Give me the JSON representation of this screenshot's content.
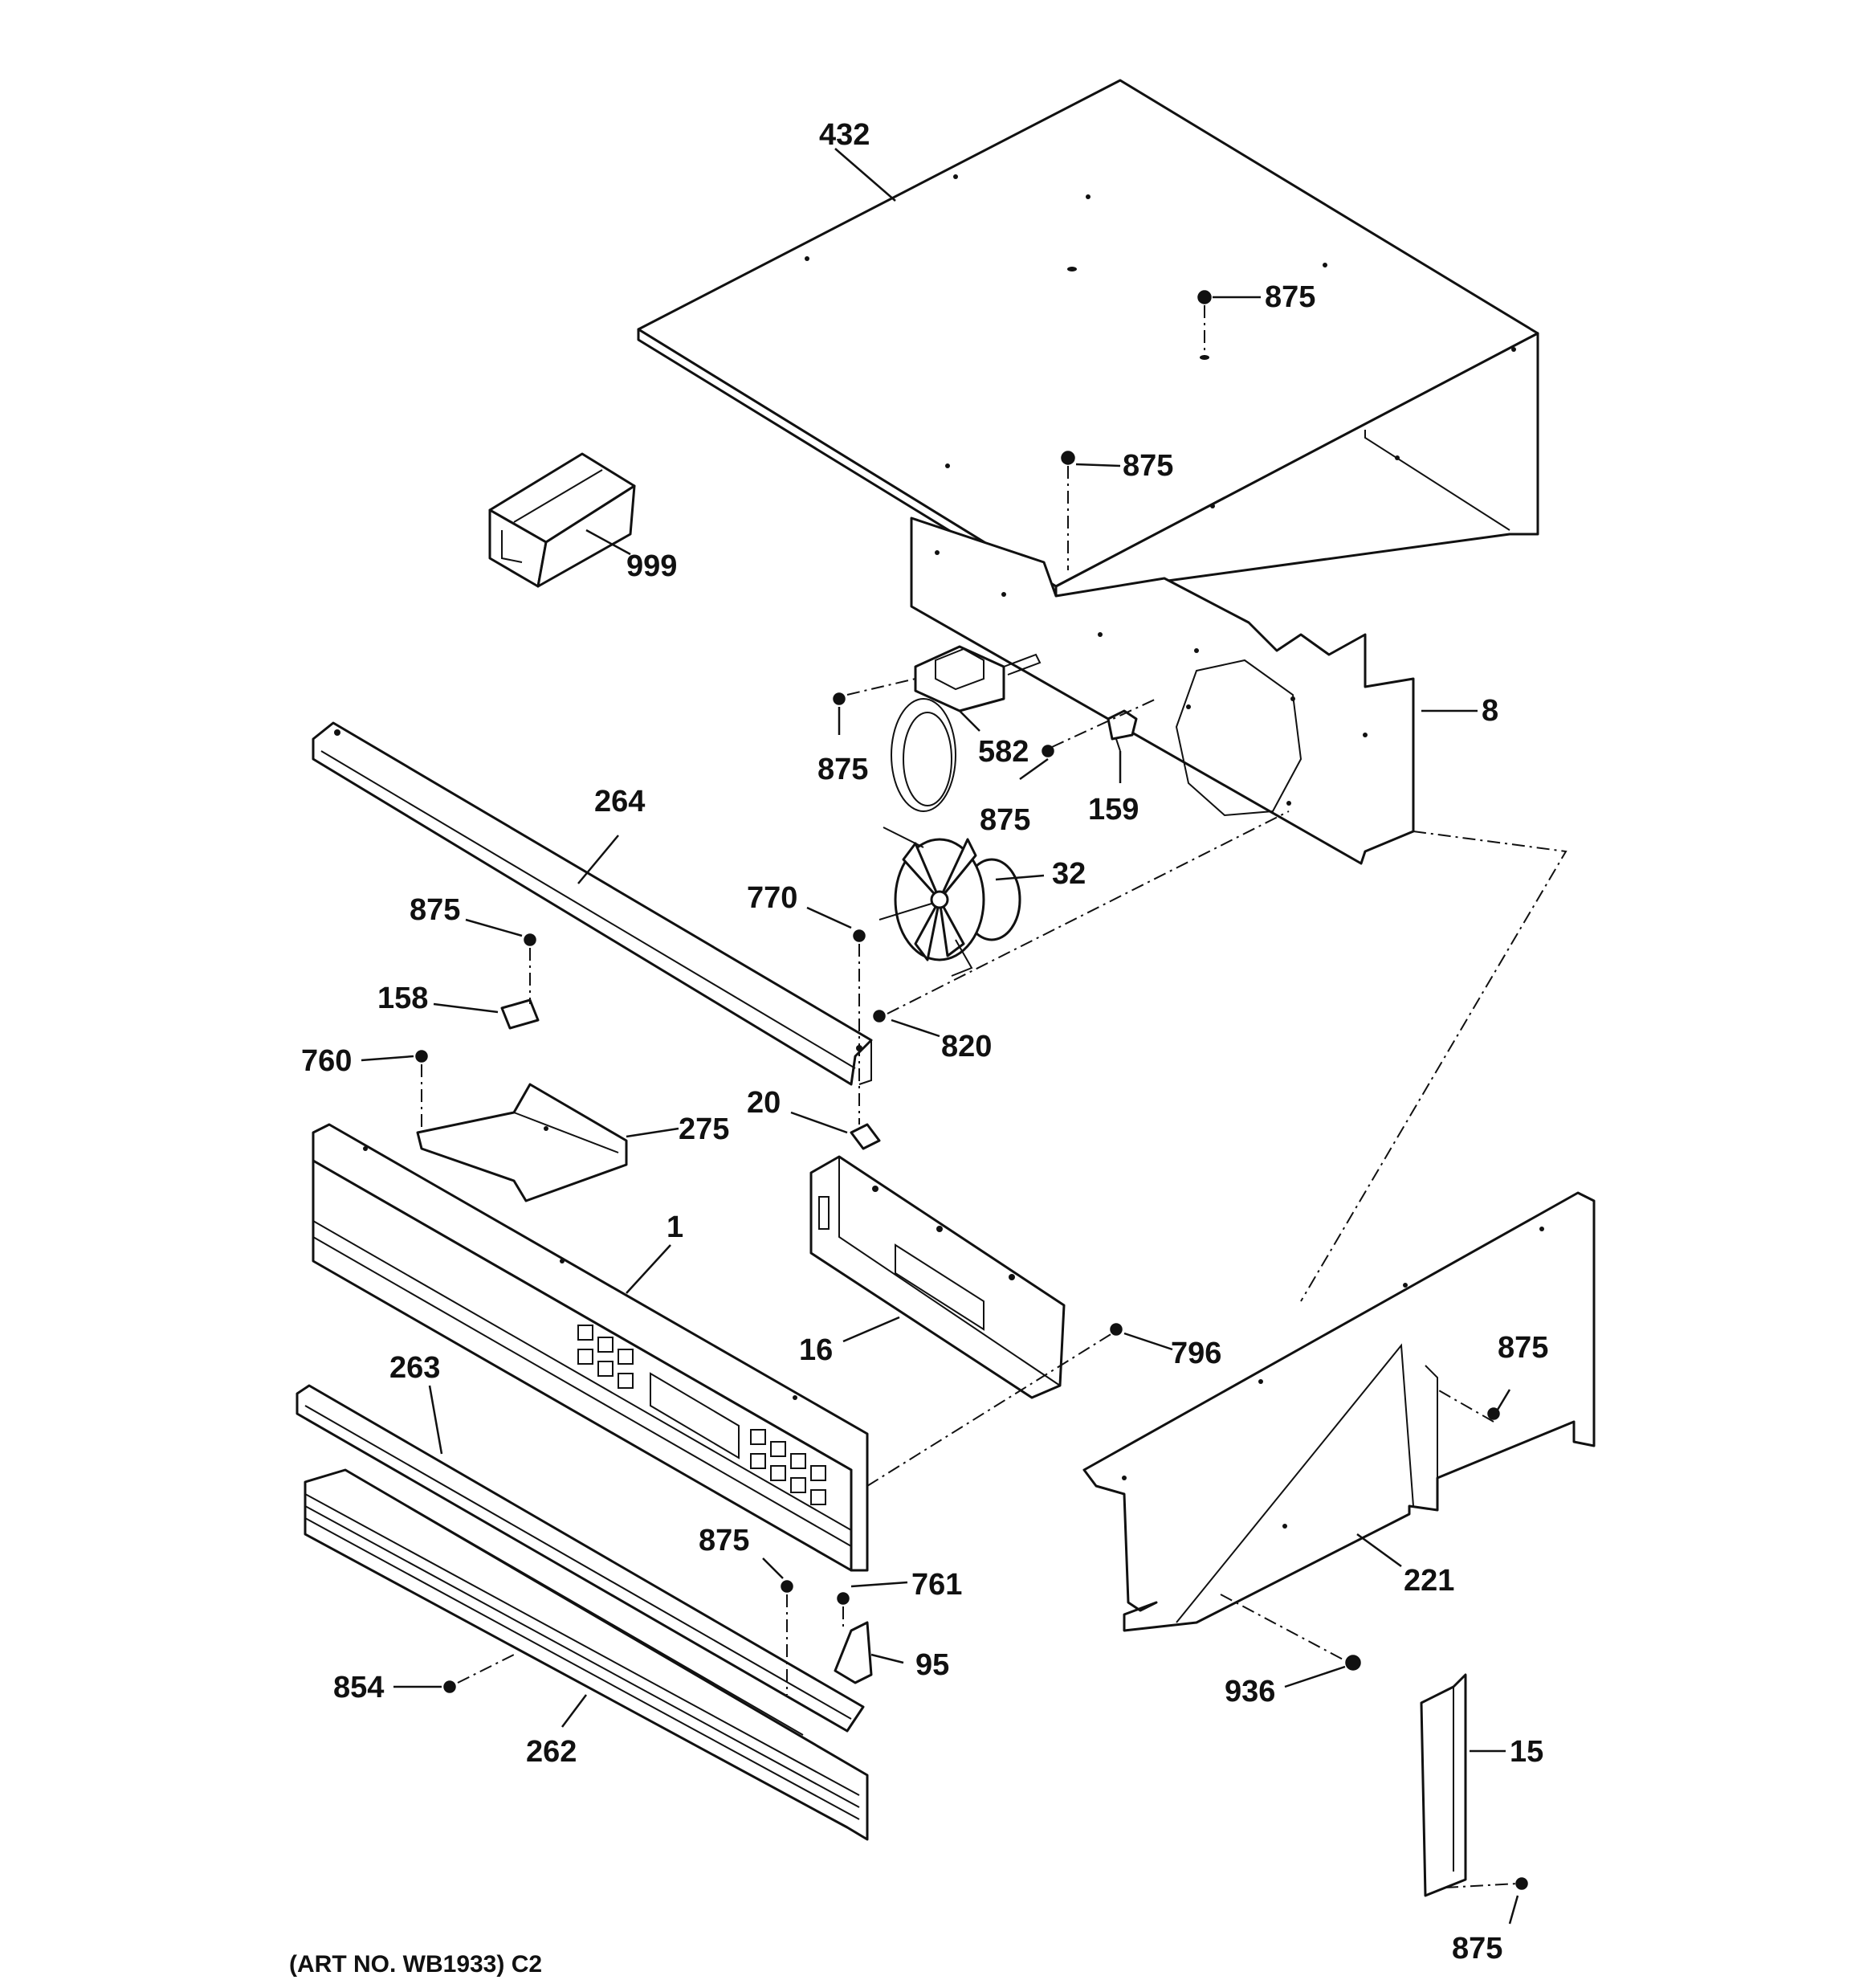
{
  "callouts": [
    {
      "id": "c432",
      "label": "432"
    },
    {
      "id": "c875a",
      "label": "875"
    },
    {
      "id": "c875b",
      "label": "875"
    },
    {
      "id": "c999",
      "label": "999"
    },
    {
      "id": "c8",
      "label": "8"
    },
    {
      "id": "c875c",
      "label": "875"
    },
    {
      "id": "c582",
      "label": "582"
    },
    {
      "id": "c875d",
      "label": "875"
    },
    {
      "id": "c159",
      "label": "159"
    },
    {
      "id": "c264",
      "label": "264"
    },
    {
      "id": "c32",
      "label": "32"
    },
    {
      "id": "c770",
      "label": "770"
    },
    {
      "id": "c875e",
      "label": "875"
    },
    {
      "id": "c158",
      "label": "158"
    },
    {
      "id": "c820",
      "label": "820"
    },
    {
      "id": "c760",
      "label": "760"
    },
    {
      "id": "c20",
      "label": "20"
    },
    {
      "id": "c275",
      "label": "275"
    },
    {
      "id": "c1",
      "label": "1"
    },
    {
      "id": "c16",
      "label": "16"
    },
    {
      "id": "c796",
      "label": "796"
    },
    {
      "id": "c263",
      "label": "263"
    },
    {
      "id": "c875f",
      "label": "875"
    },
    {
      "id": "c875g",
      "label": "875"
    },
    {
      "id": "c761",
      "label": "761"
    },
    {
      "id": "c221",
      "label": "221"
    },
    {
      "id": "c95",
      "label": "95"
    },
    {
      "id": "c854",
      "label": "854"
    },
    {
      "id": "c936",
      "label": "936"
    },
    {
      "id": "c262",
      "label": "262"
    },
    {
      "id": "c15",
      "label": "15"
    },
    {
      "id": "c875h",
      "label": "875"
    }
  ],
  "caption": "(ART NO. WB1933) C2"
}
